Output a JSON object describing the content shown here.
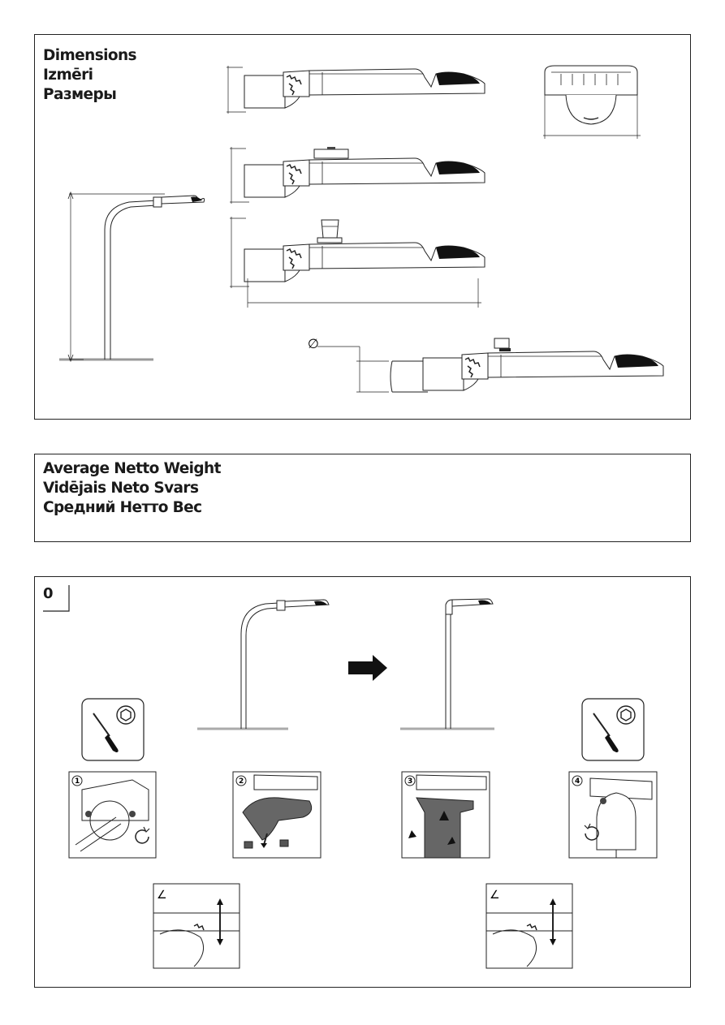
{
  "dimensions": {
    "title_en": "Dimensions",
    "title_lv": "Izmēri",
    "title_ru": "Размеры",
    "diameter_symbol": "∅"
  },
  "weight": {
    "title_en": "Average Netto Weight",
    "title_lv": "Vidējais Neto Svars",
    "title_ru": "Средний Нетто Вес"
  },
  "installation": {
    "step_label": "0",
    "steps": [
      "1",
      "2",
      "3",
      "4"
    ],
    "angle_symbol": "∠",
    "tool_icon": "screwdriver-icon",
    "bolt_icon": "hex-bolt-icon"
  }
}
